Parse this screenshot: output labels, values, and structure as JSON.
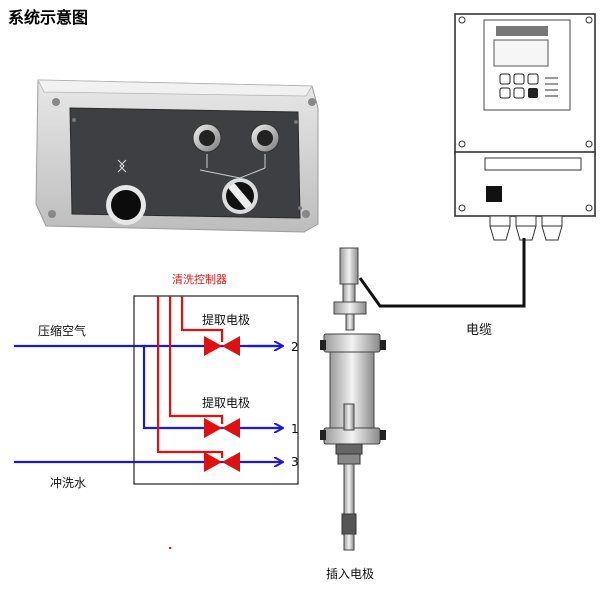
{
  "title": "系统示意图",
  "labels": {
    "controller": "清洗控制器",
    "air": "压缩空气",
    "water": "冲洗水",
    "lift_top": "提取电极",
    "lift_mid": "提取电极",
    "cable": "电缆",
    "insert": "插入电极",
    "port_2": "2",
    "port_1": "1",
    "port_3": "3"
  },
  "colors": {
    "air_line": "#1a1ad6",
    "control_line": "#e01010",
    "valve": "#e01010",
    "cable": "#111111"
  }
}
